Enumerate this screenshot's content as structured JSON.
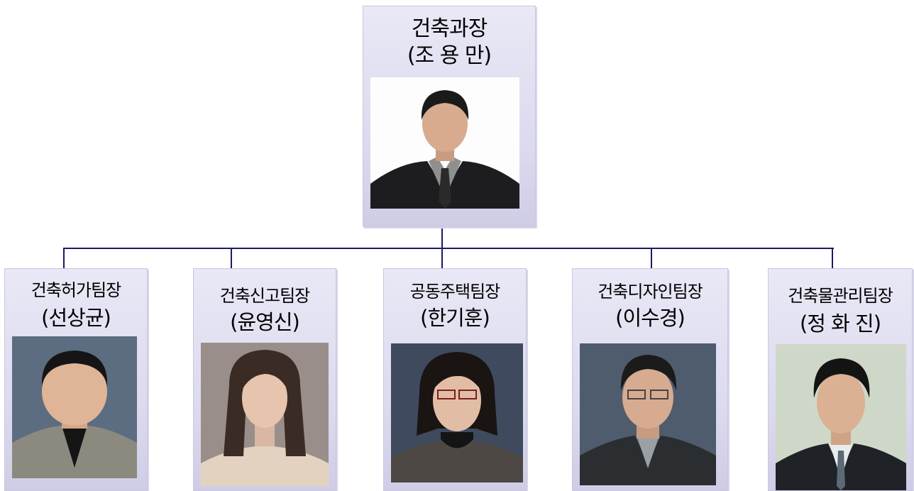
{
  "head": {
    "title": "건축과장",
    "name": "(조 용 만)"
  },
  "teams": [
    {
      "title": "건축허가팀장",
      "name": "(선상균)"
    },
    {
      "title": "건축신고팀장",
      "name": "(윤영신)"
    },
    {
      "title": "공동주택팀장",
      "name": "(한기훈)"
    },
    {
      "title": "건축디자인팀장",
      "name": "(이수경)"
    },
    {
      "title": "건축물관리팀장",
      "name": "(정 화 진)"
    }
  ]
}
